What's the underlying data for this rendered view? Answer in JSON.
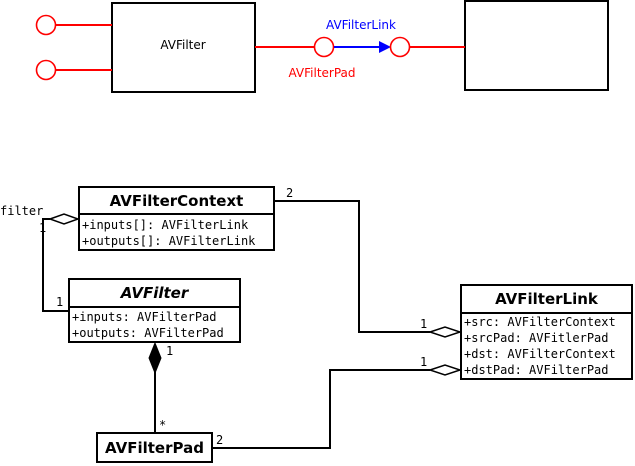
{
  "top_diagram": {
    "filter_label": "AVFilter",
    "link_label": "AVFilterLink",
    "pad_label": "AVFilterPad",
    "colors": {
      "pad": "#ff0000",
      "link": "#0000ff",
      "box": "#000000"
    }
  },
  "uml": {
    "classes": {
      "context": {
        "name": "AVFilterContext",
        "attrs": [
          "+inputs[]: AVFilterLink",
          "+outputs[]: AVFilterLink"
        ]
      },
      "filter": {
        "name": "AVFilter",
        "attrs": [
          "+inputs: AVFilterPad",
          "+outputs: AVFilterPad"
        ]
      },
      "link": {
        "name": "AVFilterLink",
        "attrs": [
          "+src: AVFilterContext",
          "+srcPad: AVFitlerPad",
          "+dst: AVFilterContext",
          "+dstPad: AVFilterPad"
        ]
      },
      "pad": {
        "name": "AVFilterPad",
        "attrs": []
      }
    },
    "labels": {
      "filter_role": "filter",
      "ctx_filter_mult": "1",
      "filter_ctx_mult": "1",
      "ctx_link_mult": "2",
      "link_src_mult": "1",
      "filter_pad_one": "1",
      "filter_pad_many": "*",
      "pad_link_mult": "2",
      "link_dst_mult": "1"
    }
  }
}
